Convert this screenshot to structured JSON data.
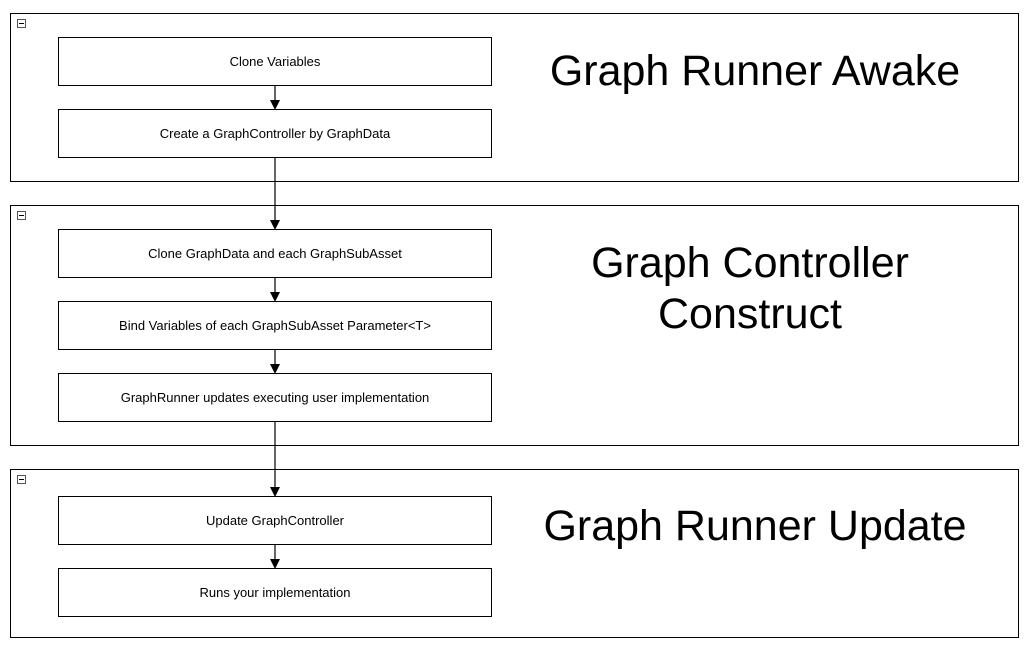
{
  "groups": [
    {
      "title_lines": [
        "Graph Runner Awake"
      ],
      "steps": [
        "Clone Variables",
        "Create a GraphController by GraphData"
      ]
    },
    {
      "title_lines": [
        "Graph Controller",
        "Construct"
      ],
      "steps": [
        "Clone GraphData and each GraphSubAsset",
        "Bind Variables of each GraphSubAsset Parameter<T>",
        "GraphRunner updates executing user implementation"
      ]
    },
    {
      "title_lines": [
        "Graph Runner Update"
      ],
      "steps": [
        "Update GraphController",
        "Runs your implementation"
      ]
    }
  ]
}
